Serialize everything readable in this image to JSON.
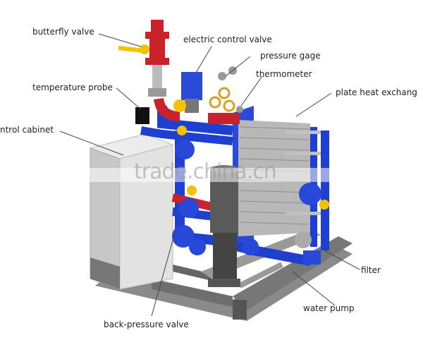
{
  "labels": {
    "butterfly_valve": "butterfly valve",
    "electric_control_valve": "electric control valve",
    "pressure_gage": "pressure gage",
    "thermometer": "thermometer",
    "temperature_probe": "temperature probe",
    "plate_heat_exchanger": "plate heat exchang",
    "control_cabinet": "ntrol cabinet",
    "filter": "filter",
    "water_pump": "water pump",
    "back_pressure_valve": "back-pressure valve"
  },
  "watermark": "trade.china.cn",
  "colors": {
    "pipe": "#1f3fcf",
    "flange": "#2748d8",
    "red_pipe": "#c8232a",
    "cabinet": "#d9d9d9",
    "frame": "#7a7a7a",
    "handle": "#f2c200",
    "brass": "#d9a020"
  }
}
